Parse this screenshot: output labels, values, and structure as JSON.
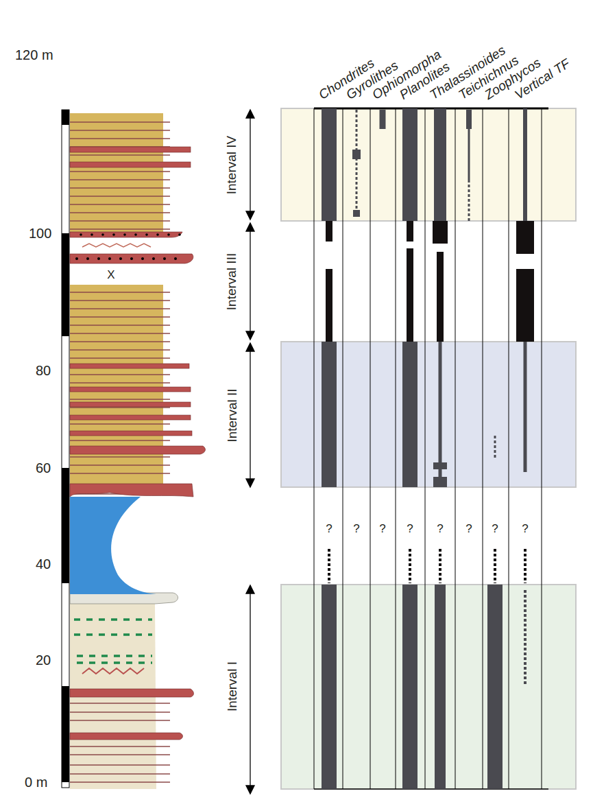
{
  "diagram": {
    "labels": [
      "120 m",
      "100",
      "80",
      "60",
      "40",
      "20",
      "0 m",
      "X",
      "Interval IV",
      "Interval III",
      "Interval II",
      "Interval I",
      "Chondrites",
      "Gyrolithes",
      "Ophiomorpha",
      "Planolites",
      "Thalassinoides",
      "Teichichnus",
      "Zoophycos",
      "Vertical TF",
      "?",
      "?",
      "?",
      "?",
      "?",
      "?",
      "?",
      "?"
    ]
  }
}
